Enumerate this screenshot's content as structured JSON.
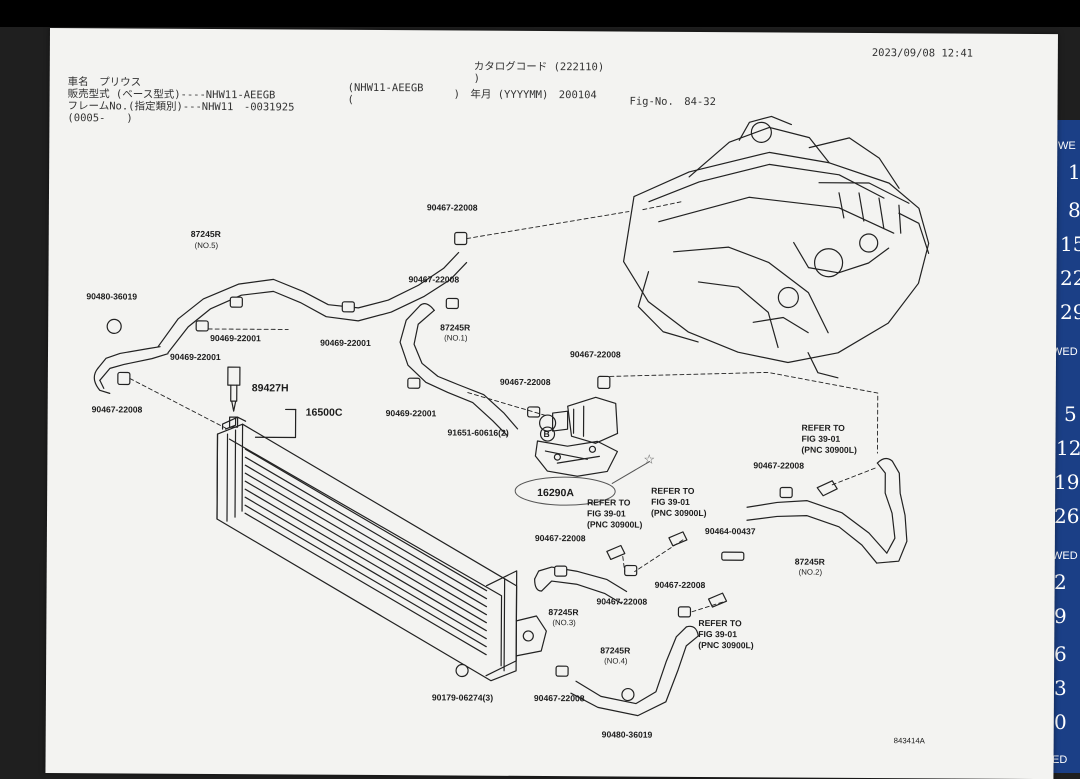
{
  "header": {
    "car_name": "車名　プリウス",
    "sales_model": "販売型式 (ベース型式)----NHW11-AEEGB",
    "frame_no": "フレームNo.(指定類別)---NHW11　-0031925",
    "date_range": "(0005-　　)",
    "model_code_box": "(NHW11-AEEGB",
    "paren_open": "(",
    "catalog_code": "カタログコード (222110)",
    "paren_close": ")",
    "year_month": ")　年月 (YYYYMM)　200104",
    "fig_no": "Fig-No.　84-32",
    "printed_at": "2023/09/08 12:41",
    "figure_id": "843414A"
  },
  "parts": {
    "p_87245R_5": "87245R",
    "p_87245R_5_no": "(NO.5)",
    "p_90467_a": "90467-22008",
    "p_90467_b": "90467-22008",
    "p_90480_top": "90480-36019",
    "p_90469_a": "90469-22001",
    "p_90469_b": "90469-22001",
    "p_90469_c": "90469-22001",
    "p_90469_d": "90469-22001",
    "p_90467_left": "90467-22008",
    "p_89427H": "89427H",
    "p_16500C": "16500C",
    "p_87245R_1": "87245R",
    "p_87245R_1_no": "(NO.1)",
    "p_90467_c": "90467-22008",
    "p_90467_d": "90467-22008",
    "p_91651": "91651-60616(2)",
    "p_B": "B",
    "p_16290A": "16290A",
    "refer_1": [
      "REFER TO",
      "FIG 39-01",
      "(PNC 30900L)"
    ],
    "refer_2": [
      "REFER TO",
      "FIG 39-01",
      "(PNC 30900L)"
    ],
    "refer_3": [
      "REFER TO",
      "FIG 39-01",
      "(PNC 30900L)"
    ],
    "refer_4": [
      "REFER TO",
      "FIG 39-01",
      "(PNC 30900L)"
    ],
    "p_90467_e": "90467-22008",
    "p_87245R_2": "87245R",
    "p_87245R_2_no": "(NO.2)",
    "p_90467_f": "90467-22008",
    "p_90467_g": "90467-22008",
    "p_90464": "90464-00437",
    "p_87245R_3": "87245R",
    "p_87245R_3_no": "(NO.3)",
    "p_90467_h": "90467-22008",
    "p_87245R_4": "87245R",
    "p_87245R_4_no": "(NO.4)",
    "p_90179": "90179-06274(3)",
    "p_90467_i": "90467-22008",
    "p_90480_bottom": "90480-36019",
    "pen_mark": "☆"
  },
  "calendar": {
    "labels": [
      "WE",
      "1",
      "8",
      "15",
      "22",
      "29",
      "WED",
      "5",
      "12",
      "19",
      "26",
      "WED",
      "2",
      "9",
      "6",
      "3",
      "0",
      "ED"
    ]
  },
  "colors": {
    "paper": "#f3f3f1",
    "ink": "#1c1c1c",
    "calendar_blue": "#1b3f86",
    "frame": "#000000"
  }
}
